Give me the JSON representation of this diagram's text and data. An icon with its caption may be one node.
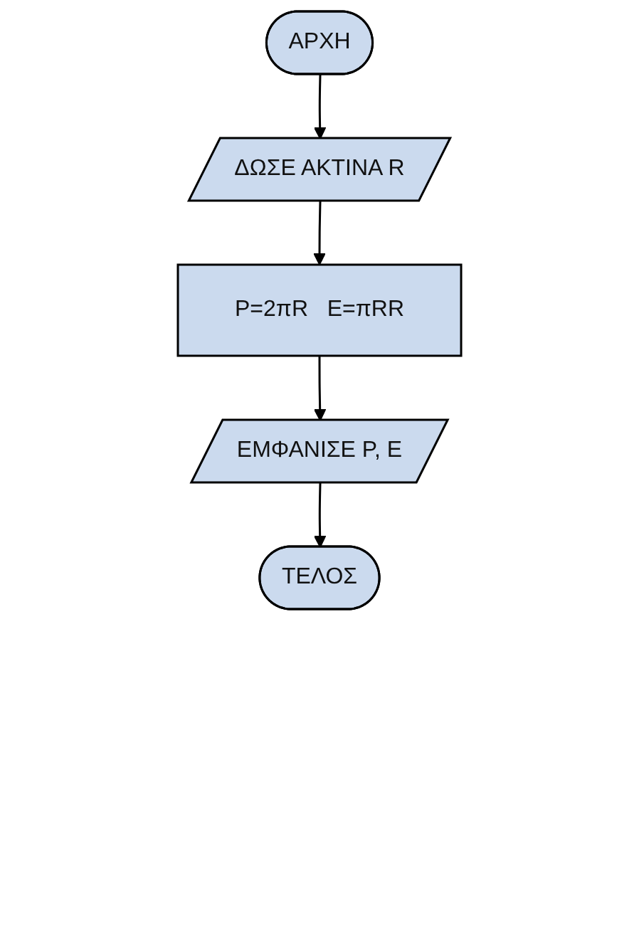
{
  "diagram": {
    "nodes": [
      {
        "text": [
          "ΑΡΧΗ"
        ]
      },
      {
        "text": [
          "ΔΩΣΕ ΑΚΤΙΝΑ R"
        ]
      },
      {
        "text": [
          "P=2πR   E=πRR"
        ]
      },
      {
        "text": [
          "ΕΜΦΑΝΙΣΕ P, E"
        ]
      },
      {
        "text": [
          "ΤΕΛΟΣ"
        ]
      }
    ],
    "edges": [
      {
        "from": 0,
        "to": 1,
        "arrow": "to"
      },
      {
        "from": 1,
        "to": 2,
        "arrow": "to"
      },
      {
        "from": 2,
        "to": 3,
        "arrow": "to"
      },
      {
        "from": 3,
        "to": 4,
        "arrow": "to"
      }
    ]
  }
}
